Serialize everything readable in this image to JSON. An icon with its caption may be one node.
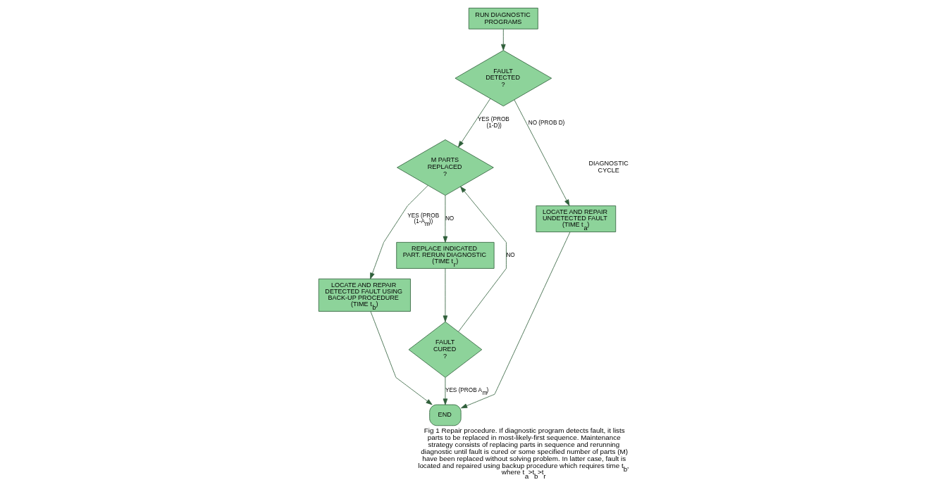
{
  "diagram": {
    "caption": "Fig 1 Repair procedure. If diagnostic program detects fault, it lists parts to be replaced in most-likely-first sequence. Maintenance strategy consists of replacing parts in sequence and rerunning diagnostic until fault is cured or some specified number of parts (M) have been replaced without solving problem. In latter case, fault is located and repaired using backup procedure which requires time t$_{b}$, where t$_{a}$>t$_{b}$>t$_{r}$",
    "nodes": [
      {
        "text": [
          "RUN DIAGNOSTIC PROGRAMS"
        ]
      },
      {
        "text": [
          "FAULT DETECTED ?"
        ]
      },
      {
        "text": [
          "M PARTS REPLACED ?"
        ]
      },
      {
        "text": [
          "LOCATE AND REPAIR UNDETECTED FAULT (TIME t$_{a}$)"
        ]
      },
      {
        "text": [
          "LOCATE AND REPAIR DETECTED FAULT USING BACK-UP PROCEDURE (TIME t$_{b}$)"
        ]
      },
      {
        "text": [
          "REPLACE INDICATED PART. RERUN DIAGNOSTIC (TIME t$_{r}$)"
        ]
      },
      {
        "text": [
          "FAULT CURED ?"
        ]
      },
      {
        "text": [
          "END"
        ]
      }
    ],
    "edges": [
      {
        "from": 0,
        "to": 1,
        "arrow": "to"
      },
      {
        "from": 1,
        "to": 3,
        "arrow": "to",
        "label": "NO (PROB D)"
      },
      {
        "from": 1,
        "to": 2,
        "arrow": "to",
        "label": "YES (PROB (1-D))"
      },
      {
        "from": 2,
        "to": 4,
        "arrow": "to",
        "label": "YES (PROB (1-A$_{m}$))"
      },
      {
        "from": 2,
        "to": 5,
        "arrow": "to",
        "label": "NO"
      },
      {
        "from": 5,
        "to": 6,
        "arrow": "to"
      },
      {
        "from": 6,
        "to": 2,
        "arrow": "to",
        "label": "NO"
      },
      {
        "from": 3,
        "to": 7,
        "arrow": "to"
      },
      {
        "from": 4,
        "to": 7,
        "arrow": "to"
      },
      {
        "from": 6,
        "to": 7,
        "arrow": "to",
        "label": "YES (PROB A$_{m}$)"
      }
    ],
    "labels": [
      "DIAGNOSTIC CYCLE"
    ]
  }
}
